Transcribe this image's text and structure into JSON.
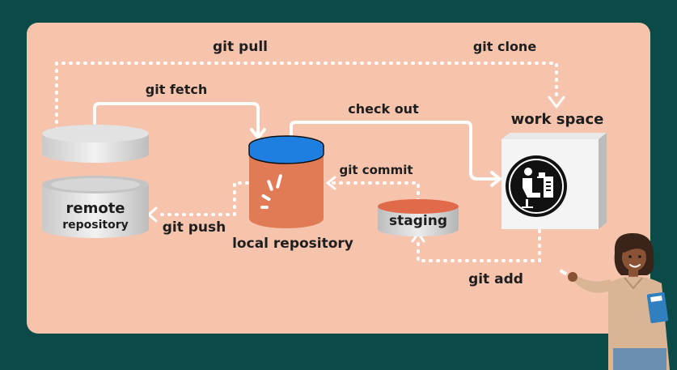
{
  "diagram": {
    "edges": {
      "git_pull": "git pull",
      "git_clone": "git clone",
      "git_fetch": "git fetch",
      "check_out": "check out",
      "git_commit": "git commit",
      "git_push": "git push",
      "git_add": "git add"
    },
    "nodes": {
      "remote_line1": "remote",
      "remote_line2": "repository",
      "local": "local repository",
      "staging": "staging",
      "workspace": "work space"
    }
  }
}
